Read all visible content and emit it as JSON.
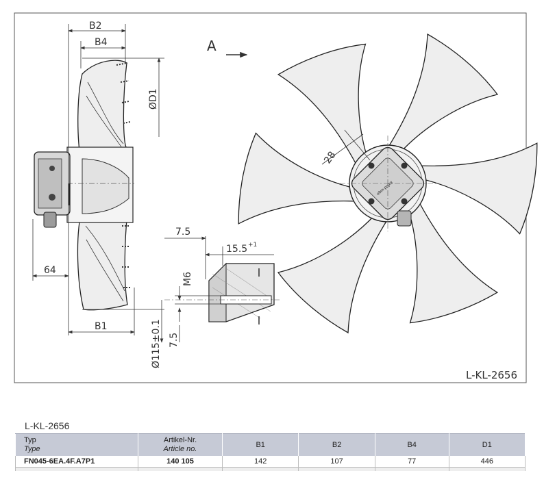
{
  "drawing": {
    "view_label": "A",
    "drawing_number": "L-KL-2656",
    "dimensions": {
      "b2": "B2",
      "b4": "B4",
      "d1": "ØD1",
      "b1": "B1",
      "d64": "64",
      "d28": "28",
      "d7_5_top": "7.5",
      "d15_5": "15.5",
      "d15_5_sup": "+1",
      "m6": "M6",
      "d115": "Ø115±0.1",
      "d7_5_side": "7.5"
    }
  },
  "table": {
    "caption": "L-KL-2656",
    "headers": [
      {
        "de": "Typ",
        "en": "Type"
      },
      {
        "de": "Artikel-Nr.",
        "en": "Article no."
      },
      {
        "de": "B1",
        "en": ""
      },
      {
        "de": "B2",
        "en": ""
      },
      {
        "de": "B4",
        "en": ""
      },
      {
        "de": "D1",
        "en": ""
      }
    ],
    "rows": [
      {
        "type": "FN045-6EA.4F.A7P1",
        "article": "140 105",
        "b1": "142",
        "b2": "107",
        "b4": "77",
        "d1": "446"
      }
    ]
  }
}
